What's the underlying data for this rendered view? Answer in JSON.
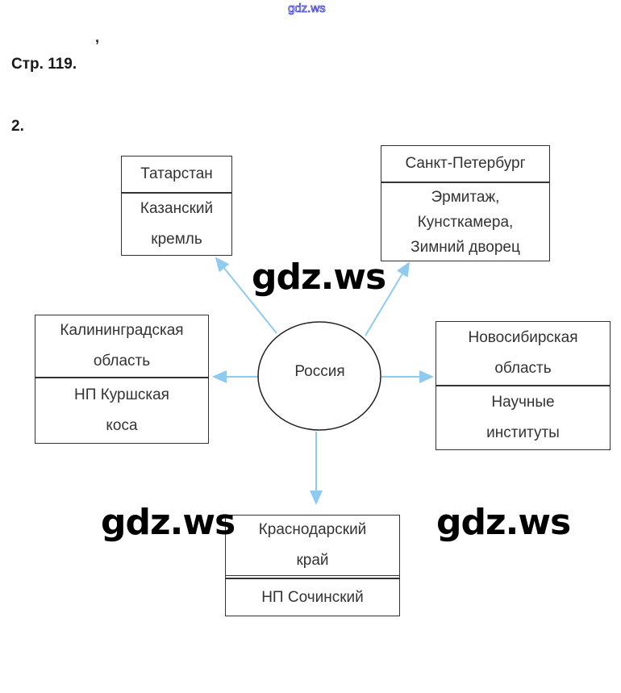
{
  "watermark_top": "gdz.ws",
  "watermark": "gdz.ws",
  "mark": ",",
  "page_header": "Стр. 119.",
  "task_number": "2.",
  "center": "Россия",
  "arrow_color": "#8ecbee",
  "boxes": {
    "tatarstan": {
      "region": "Татарстан",
      "sight": [
        "Казанский",
        "кремль"
      ]
    },
    "spb": {
      "region": "Санкт-Петербург",
      "sight": [
        "Эрмитаж,",
        "Кунсткамера,",
        "Зимний дворец"
      ]
    },
    "kaliningrad": {
      "region": [
        "Калининградская",
        "область"
      ],
      "sight": [
        "НП Куршская",
        "коса"
      ]
    },
    "novosibirsk": {
      "region": [
        "Новосибирская",
        "область"
      ],
      "sight": [
        "Научные",
        "институты"
      ]
    },
    "krasnodar": {
      "region": [
        "Краснодарский",
        "край"
      ],
      "sight": "НП Сочинский"
    }
  }
}
